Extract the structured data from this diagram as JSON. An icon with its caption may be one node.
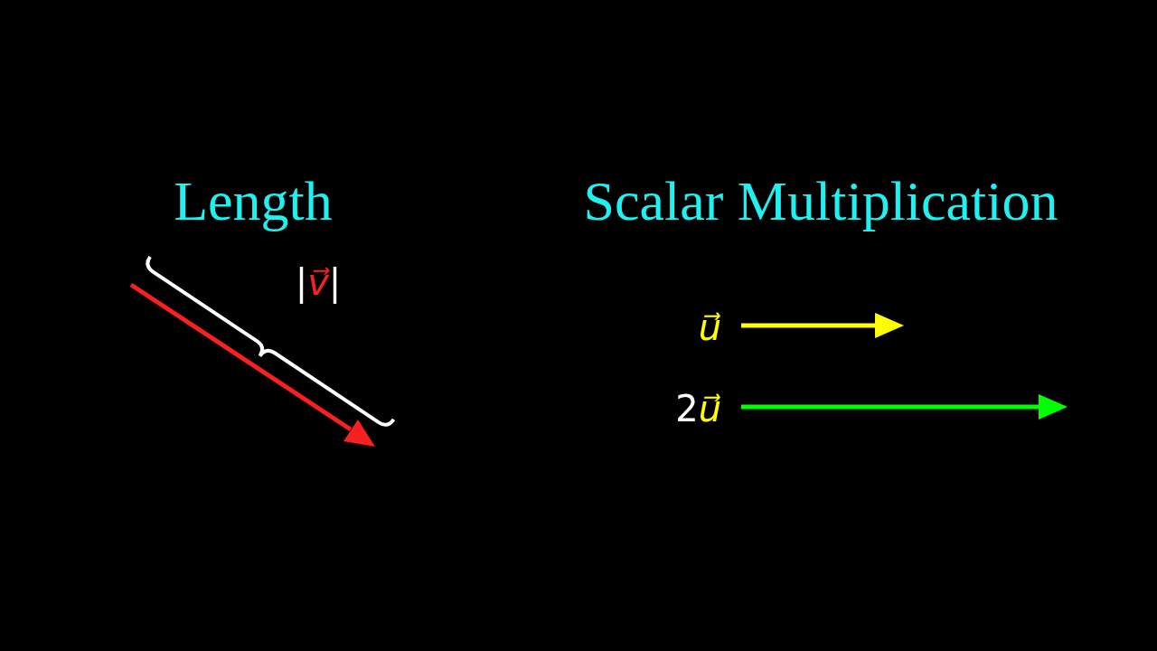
{
  "diagram": {
    "labels": [
      "Length",
      "Scalar Multiplication",
      "|v⃗|",
      "u⃗",
      "2u⃗"
    ]
  }
}
